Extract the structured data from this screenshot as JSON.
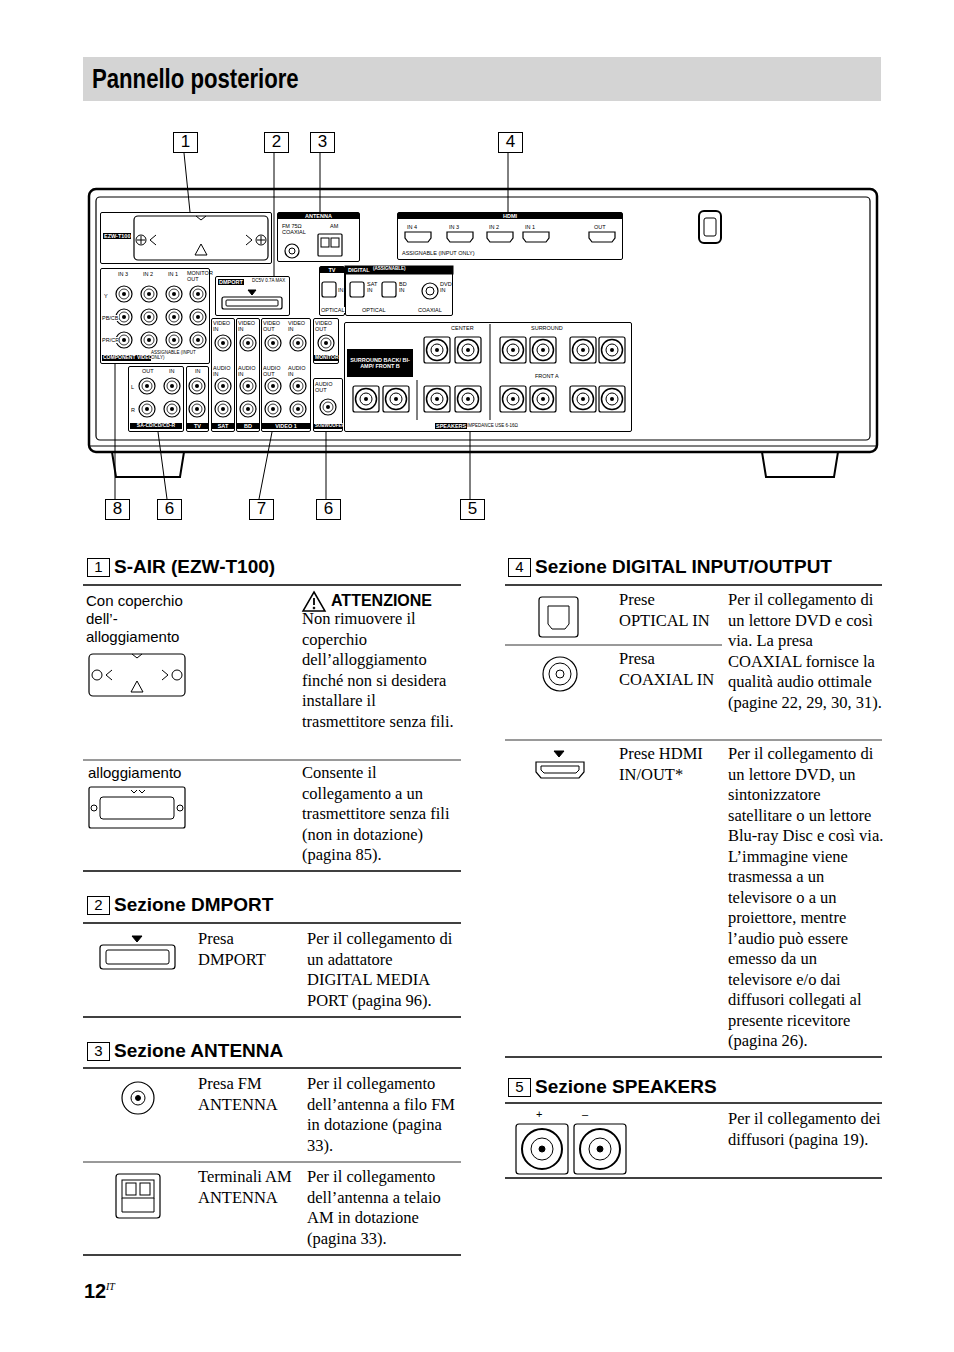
{
  "diagram": {
    "title": "Pannello posteriore",
    "nodes": [
      {
        "text": [
          "1"
        ]
      },
      {
        "text": [
          "2"
        ]
      },
      {
        "text": [
          "3"
        ]
      },
      {
        "text": [
          "4"
        ]
      },
      {
        "text": [
          "EZW-T100"
        ]
      },
      {
        "text": [
          "ANTENNA",
          "FM 75Ω COAXIAL",
          "AM"
        ]
      },
      {
        "text": [
          "HDMI",
          "IN 4",
          "IN 3",
          "IN 2",
          "IN 1",
          "OUT",
          "ASSIGNABLE (INPUT ONLY)"
        ]
      },
      {
        "text": [
          "IN 3",
          "IN 2",
          "IN 1",
          "MONITOR OUT",
          "Y",
          "PB/CB",
          "PR/CR",
          "COMPONENT VIDEO",
          "ASSIGNABLE (INPUT ONLY)"
        ]
      },
      {
        "text": [
          "DMPORT",
          "DC5V 0.7A MAX"
        ]
      },
      {
        "text": [
          "TV",
          "IN",
          "OPTICAL"
        ]
      },
      {
        "text": [
          "DIGITAL",
          "(ASSIGNABLE)",
          "SAT IN",
          "BD IN",
          "OPTICAL",
          "DVD IN",
          "COAXIAL"
        ]
      },
      {
        "text": [
          "OUT",
          "IN",
          "L",
          "R",
          "SA-CD/CD/CD-R"
        ]
      },
      {
        "text": [
          "IN",
          "TV"
        ]
      },
      {
        "text": [
          "VIDEO IN",
          "AUDIO IN",
          "SAT"
        ]
      },
      {
        "text": [
          "VIDEO IN",
          "AUDIO IN",
          "BD"
        ]
      },
      {
        "text": [
          "VIDEO OUT",
          "VIDEO IN",
          "AUDIO OUT",
          "AUDIO IN",
          "VIDEO 1"
        ]
      },
      {
        "text": [
          "VIDEO OUT",
          "MONITOR"
        ]
      },
      {
        "text": [
          "AUDIO OUT",
          "SUBWOOFER"
        ]
      },
      {
        "text": [
          "CENTER",
          "SURROUND",
          "FRONT A",
          "SPEAKERS",
          "IMPEDANCE USE 6-16Ω"
        ]
      },
      {
        "text": [
          "SURROUND BACK/ BI-AMP/ FRONT B"
        ],
        "in": 18
      },
      {
        "text": [
          "8"
        ]
      },
      {
        "text": [
          "6"
        ]
      },
      {
        "text": [
          "7"
        ]
      },
      {
        "text": [
          "6"
        ]
      },
      {
        "text": [
          "5"
        ]
      },
      {
        "text": [
          "1",
          "S-AIR (EZW-T100)"
        ]
      },
      {
        "text": [
          "2",
          "Sezione DMPORT"
        ]
      },
      {
        "text": [
          "3",
          "Sezione ANTENNA"
        ]
      },
      {
        "text": [
          "4",
          "Sezione DIGITAL INPUT/OUTPUT"
        ]
      },
      {
        "text": [
          "5",
          "Sezione SPEAKERS"
        ]
      }
    ],
    "edges": [
      {
        "from": 0,
        "to": 4,
        "arrow": "none"
      },
      {
        "from": 1,
        "to": 8,
        "arrow": "none"
      },
      {
        "from": 2,
        "to": 5,
        "arrow": "none"
      },
      {
        "from": 3,
        "to": 6,
        "arrow": "none"
      },
      {
        "from": 20,
        "to": 7,
        "arrow": "none"
      },
      {
        "from": 21,
        "to": 11,
        "arrow": "none"
      },
      {
        "from": 22,
        "to": 15,
        "arrow": "none"
      },
      {
        "from": 23,
        "to": 17,
        "arrow": "none"
      },
      {
        "from": 24,
        "to": 18,
        "arrow": "none"
      }
    ],
    "labels": [
      "Con coperchio dell’- alloggiamento",
      "ATTENZIONE",
      "Non rimuovere il coperchio dell’alloggiamento finché non si desidera installare il trasmettitore senza fili.",
      "alloggiamento",
      "Consente il collegamento a un trasmettitore senza fili (non in dotazione) (pagina 85).",
      "Presa DMPORT",
      "Per il collegamento di un adattatore DIGITAL MEDIA PORT (pagina 96).",
      "Presa FM ANTENNA",
      "Per il collegamento dell’antenna a filo FM in dotazione (pagina 33).",
      "Terminali AM ANTENNA",
      "Per il collegamento dell’antenna a telaio AM in dotazione (pagina 33).",
      "Prese OPTICAL IN",
      "Presa COAXIAL IN",
      "Per il collegamento di un lettore DVD e così via. La presa COAXIAL fornisce la qualità audio ottimale (pagine 22, 29, 30, 31).",
      "Prese HDMI IN/OUT*",
      "Per il collegamento di un lettore DVD, un sintonizzatore satellitare o un lettore Blu-ray Disc e così via. L’immagine viene trasmessa a un televisore o a un proiettore, mentre l’audio può essere emesso da un televisore e/o dai diffusori collegati al presente ricevitore (pagina 26).",
      "+",
      "–",
      "Per il collegamento dei diffusori (pagina 19).",
      "12",
      "IT"
    ]
  }
}
